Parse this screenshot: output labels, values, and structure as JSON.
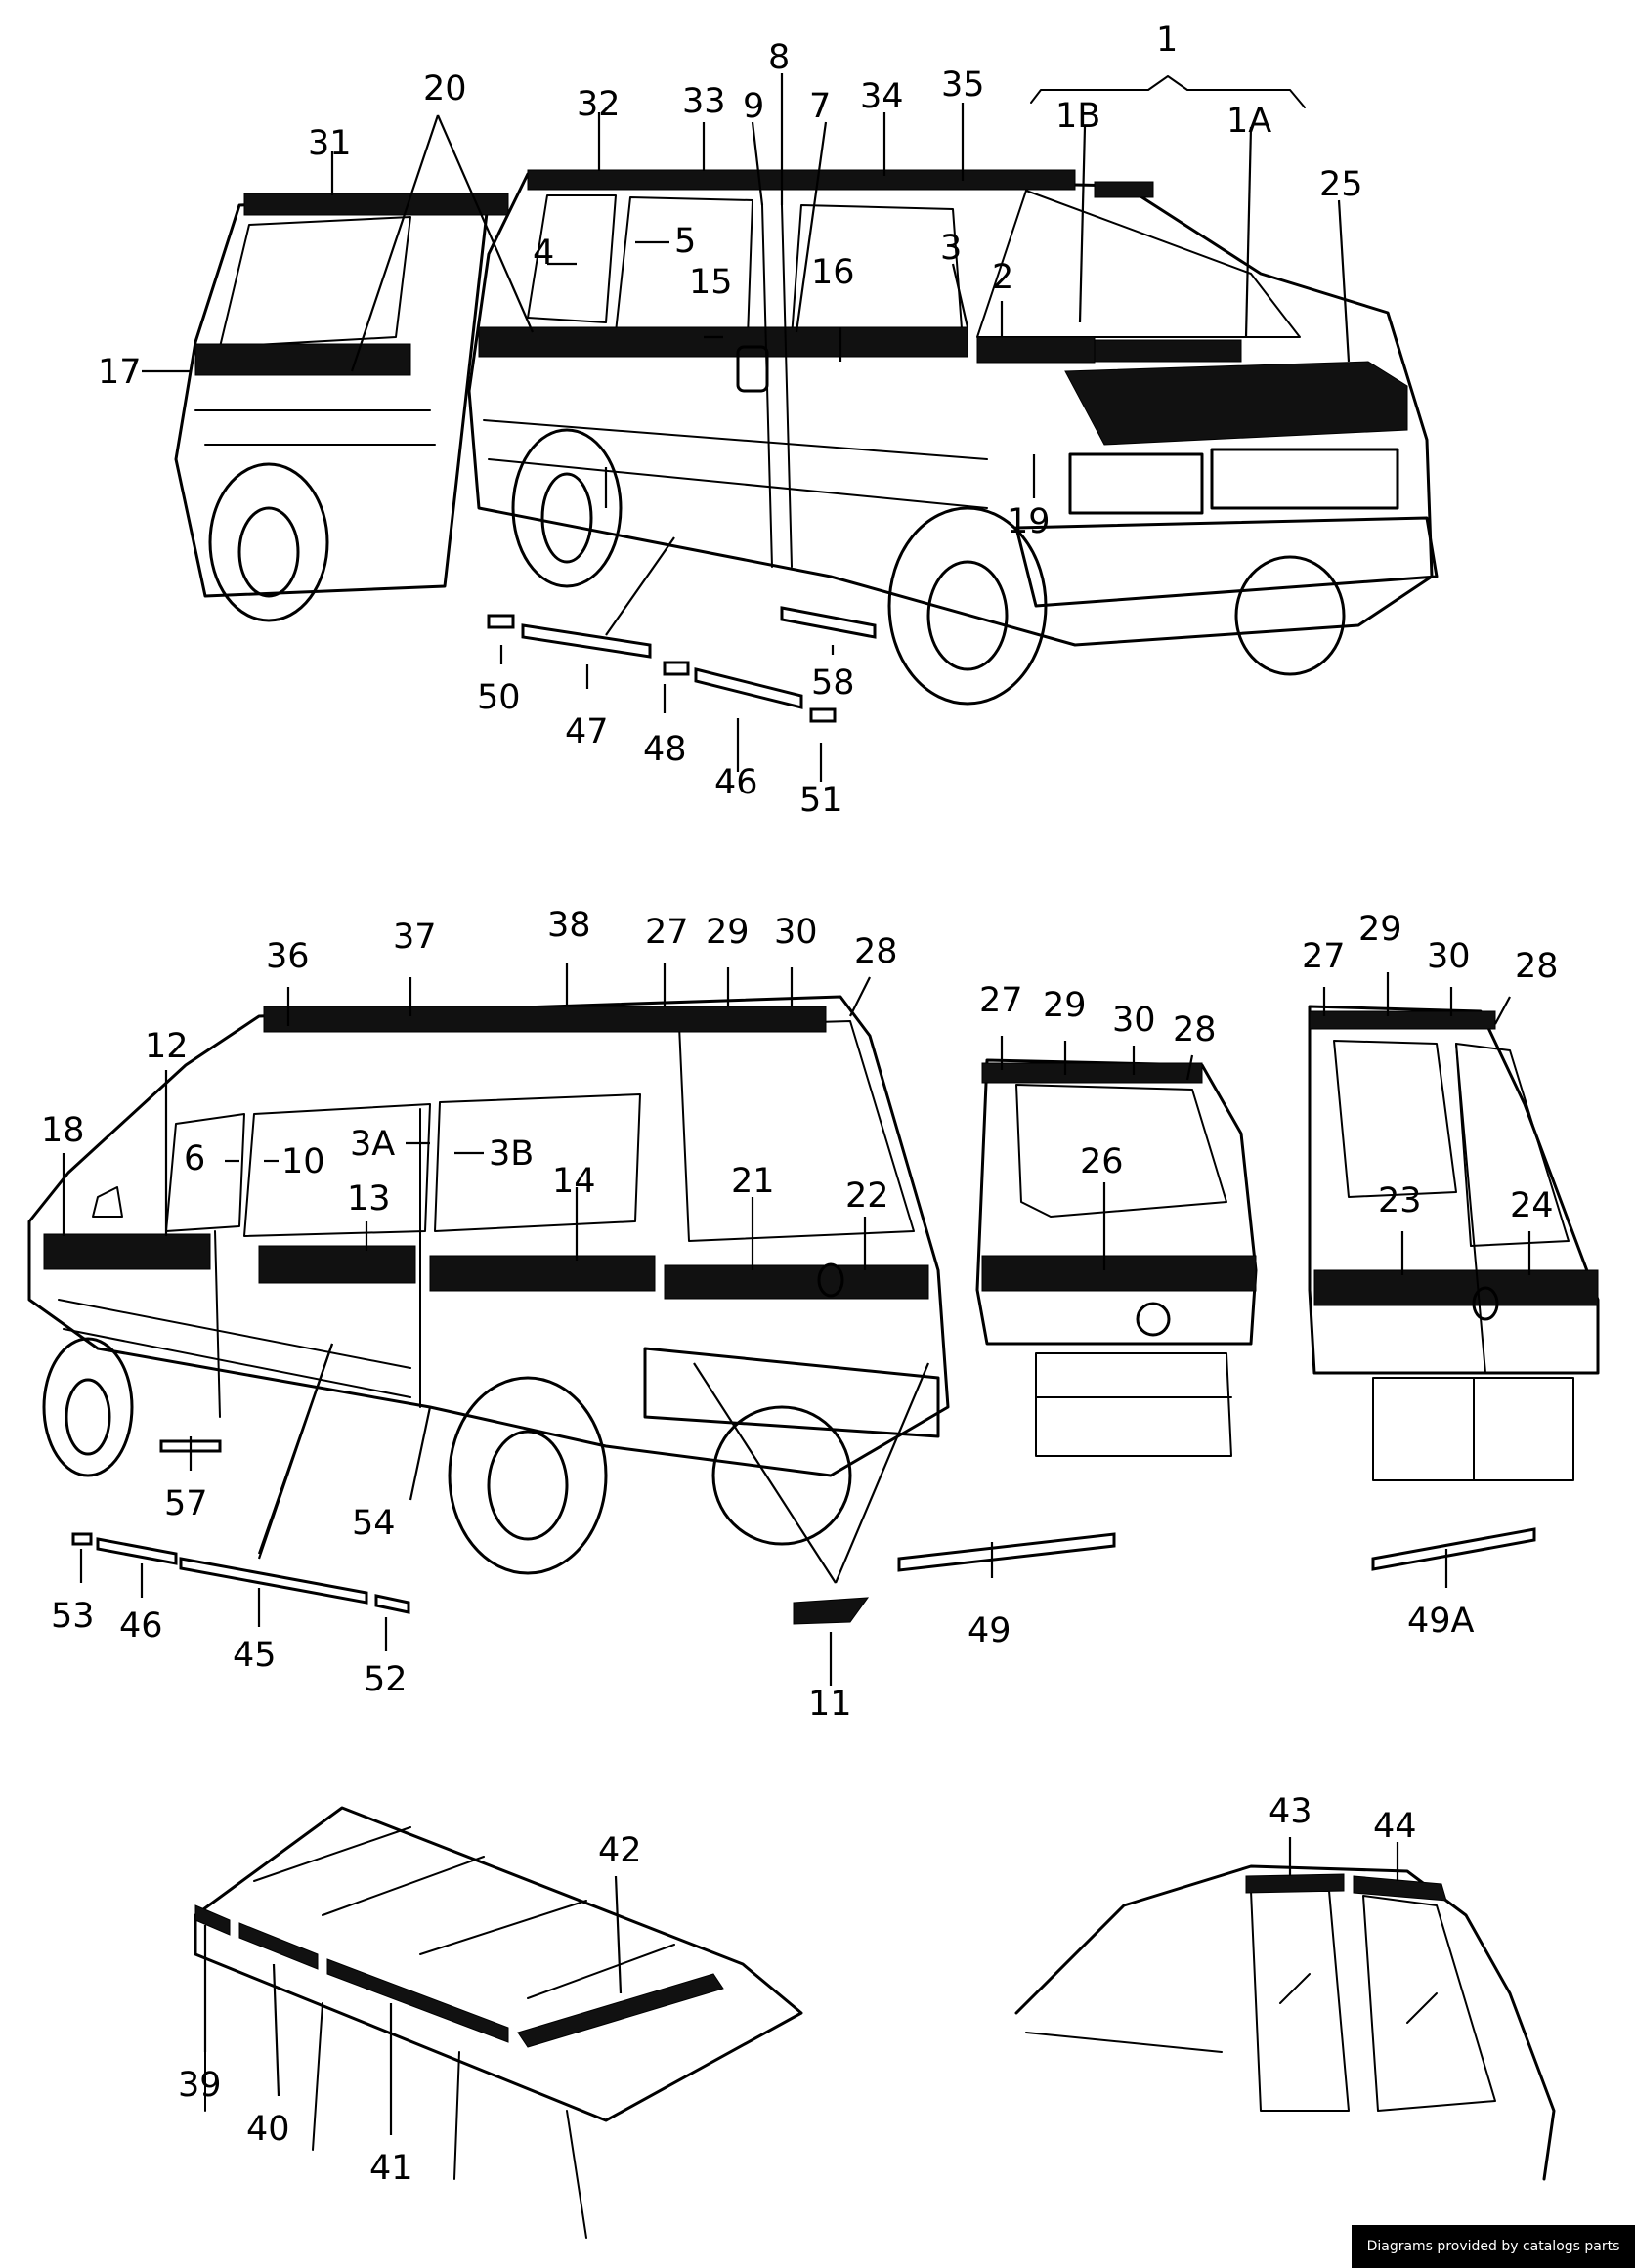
{
  "diagram": {
    "labels": {
      "n1": "1",
      "n1A": "1A",
      "n1B": "1B",
      "n2": "2",
      "n3": "3",
      "n4": "4",
      "n5": "5",
      "n7": "7",
      "n8": "8",
      "n9": "9",
      "n15": "15",
      "n16": "16",
      "n17": "17",
      "n19": "19",
      "n20": "20",
      "n25": "25",
      "n31": "31",
      "n32": "32",
      "n33": "33",
      "n34": "34",
      "n35": "35",
      "n46a": "46",
      "n47": "47",
      "n48": "48",
      "n50": "50",
      "n51": "51",
      "n58": "58",
      "n6": "6",
      "n10": "10",
      "n3A": "3A",
      "n3B": "3B",
      "n11": "11",
      "n12": "12",
      "n13": "13",
      "n14": "14",
      "n18": "18",
      "n21": "21",
      "n22": "22",
      "n27a": "27",
      "n29a": "29",
      "n30a": "30",
      "n28a": "28",
      "n36": "36",
      "n37": "37",
      "n38": "38",
      "n45": "45",
      "n46b": "46",
      "n49": "49",
      "n52": "52",
      "n53": "53",
      "n54": "54",
      "n57": "57",
      "n27b": "27",
      "n29b": "29",
      "n30b": "30",
      "n28b": "28",
      "n26": "26",
      "n27c": "27",
      "n29c": "29",
      "n30c": "30",
      "n28c": "28",
      "n23": "23",
      "n24": "24",
      "n49A": "49A",
      "n39": "39",
      "n40": "40",
      "n41": "41",
      "n42": "42",
      "n43": "43",
      "n44": "44"
    }
  },
  "footer": {
    "credit": "Diagrams provided by catalogs parts"
  }
}
